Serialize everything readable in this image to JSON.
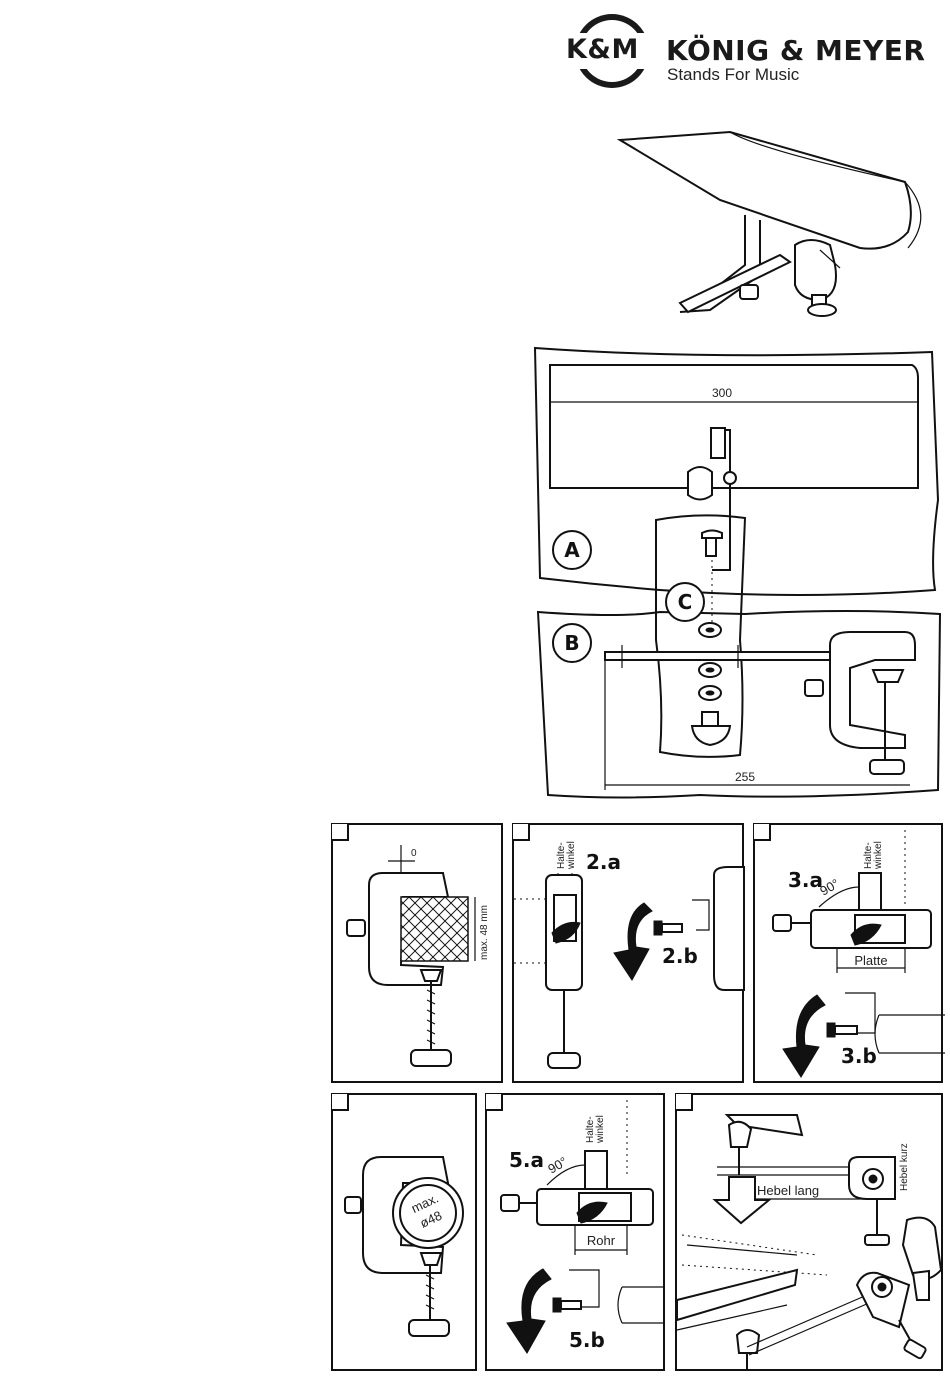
{
  "brand": {
    "monogram": "K&M",
    "name": "KÖNIG & MEYER",
    "tagline": "Stands For Music"
  },
  "overview": {
    "dim_width": "300",
    "dim_length": "255",
    "part_a": "A",
    "part_b": "B",
    "part_c": "C"
  },
  "steps": {
    "s1": {
      "zero": "0",
      "max": "max. 48 mm"
    },
    "s2": {
      "bracket": "Halte-\nwinkel",
      "a": "2.a",
      "b": "2.b"
    },
    "s3": {
      "bracket": "Halte-\nwinkel",
      "a": "3.a",
      "angle": "90°",
      "plate": "Platte",
      "b": "3.b"
    },
    "s4": {
      "max": "max.",
      "diam": "ø48"
    },
    "s5": {
      "bracket": "Halte-\nwinkel",
      "a": "5.a",
      "angle": "90°",
      "tube": "Rohr",
      "b": "5.b"
    },
    "s6": {
      "long": "Hebel lang",
      "short": "Hebel kurz"
    }
  }
}
